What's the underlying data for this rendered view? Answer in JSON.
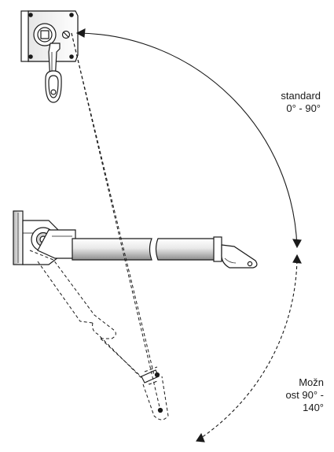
{
  "labels": {
    "standard_line1": "standard",
    "standard_line2": "0° - 90°",
    "optional_line1": "Možn",
    "optional_line2": "ost 90° -",
    "optional_line3": "140°"
  },
  "colors": {
    "line": "#1a1a1a",
    "fill": "#ffffff",
    "shade": "#bdbdbd"
  }
}
